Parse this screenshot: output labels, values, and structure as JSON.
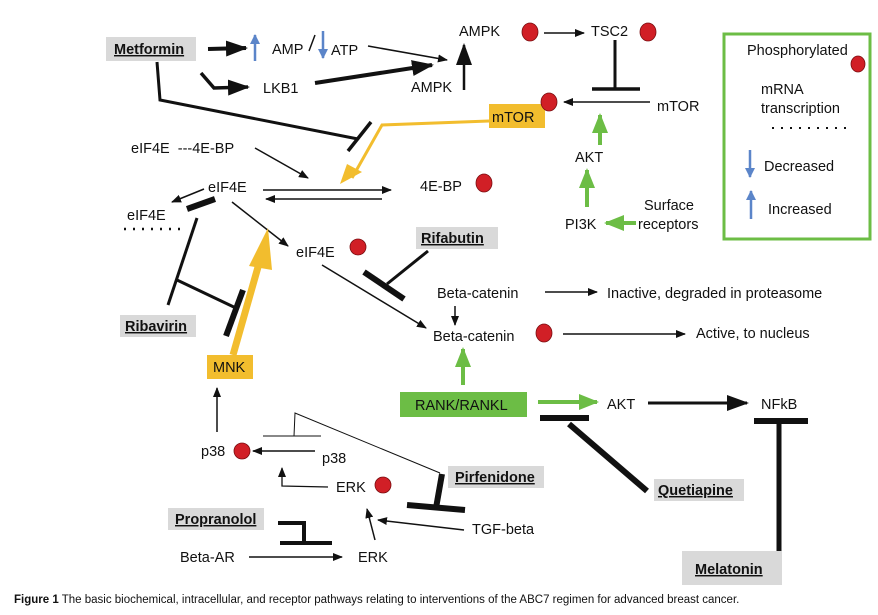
{
  "figure": {
    "caption_label": "Figure 1",
    "caption_text": "The basic biochemical, intracellular, and receptor pathways relating to interventions of the ABC7 regimen for advanced breast cancer."
  },
  "colors": {
    "phospho_dot": "#d11f26",
    "drug_box": "#d9d9d9",
    "yellow_highlight": "#f2bd2e",
    "green_highlight": "#6cbd45",
    "blue_arrow": "#5b85c9",
    "legend_border": "#6cbd45"
  },
  "drugs": {
    "metformin": "Metformin",
    "rifabutin": "Rifabutin",
    "ribavirin": "Ribavirin",
    "pirfenidone": "Pirfenidone",
    "propranolol": "Propranolol",
    "quetiapine": "Quetiapine",
    "melatonin": "Melatonin"
  },
  "nodes": {
    "amp": "AMP",
    "atp": "ATP",
    "lkb1": "LKB1",
    "ampk_top": "AMPK",
    "ampk_mid": "AMPK",
    "tsc2": "TSC2",
    "mtor_yellow": "mTOR",
    "mtor_right": "mTOR",
    "akt_upper": "AKT",
    "pi3k": "PI3K",
    "surface_receptors_1": "Surface",
    "surface_receptors_2": "receptors",
    "eif4e_4ebp_complex": "eIF4E  ---4E-BP",
    "eif4e_center": "eIF4E",
    "eif4e_left": "eIF4E",
    "eif4e_phospho": "eIF4E",
    "fourebp_phospho": "4E-BP",
    "beta_catenin_inactive": "Beta-catenin",
    "beta_catenin_active": "Beta-catenin",
    "inactive_outcome": "Inactive, degraded in proteasome",
    "active_outcome": "Active, to nucleus",
    "mnk": "MNK",
    "rank_rankl": "RANK/RANKL",
    "akt_lower": "AKT",
    "nfkb": "NFkB",
    "p38_phospho": "p38",
    "p38": "p38",
    "erk_phospho": "ERK",
    "erk": "ERK",
    "tgf_beta": "TGF-beta",
    "beta_ar": "Beta-AR"
  },
  "legend": {
    "phosphorylated": "Phosphorylated",
    "mrna_line1": "mRNA",
    "mrna_line2": "transcription",
    "decreased": "Decreased",
    "increased": "Increased"
  }
}
